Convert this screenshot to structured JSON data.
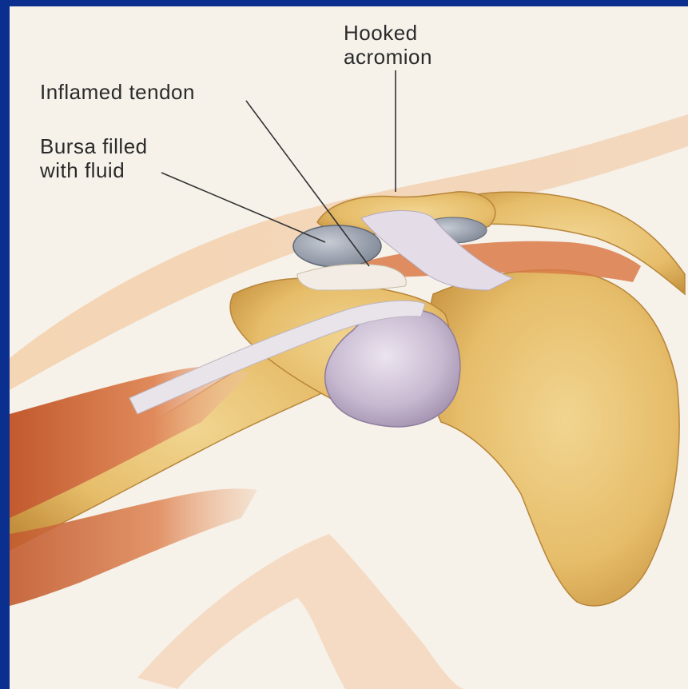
{
  "labels": {
    "hooked_acromion_line1": "Hooked",
    "hooked_acromion_line2": "acromion",
    "inflamed_tendon": "Inflamed tendon",
    "bursa_line1": "Bursa filled",
    "bursa_line2": "with fluid"
  },
  "colors": {
    "frame": "#0b2f8f",
    "background": "#f6f2ea",
    "skin": "#efc08d",
    "bone": "#e8c277",
    "bone_shadow": "#c9963f",
    "muscle": "#d9784a",
    "bursa": "#8d97a6",
    "cartilage": "#c9bfd3",
    "ligament": "#ddd6e3",
    "leader_line": "#333333"
  }
}
